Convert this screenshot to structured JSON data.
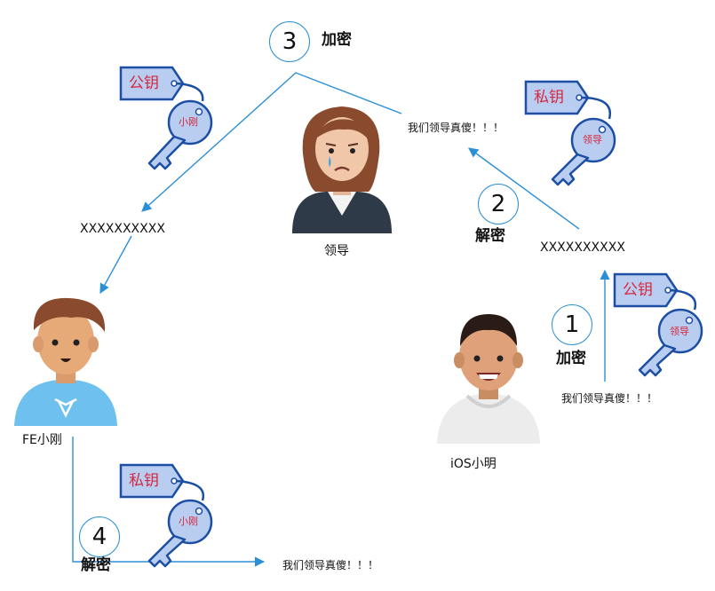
{
  "steps": [
    {
      "number": "1",
      "label": "加密"
    },
    {
      "number": "2",
      "label": "解密"
    },
    {
      "number": "3",
      "label": "加密"
    },
    {
      "number": "4",
      "label": "解密"
    }
  ],
  "people": {
    "leader": "领导",
    "fe": "FE小刚",
    "ios": "iOS小明"
  },
  "messages": {
    "plain_ios": "我们领导真傻！！！",
    "cipher_ios": "XXXXXXXXXX",
    "plain_leader": "我们领导真傻！！！",
    "cipher_fe": "XXXXXXXXXX",
    "plain_final": "我们领导真傻！！！"
  },
  "keys": {
    "k1": {
      "tag": "公钥",
      "owner": "小刚"
    },
    "k2": {
      "tag": "私钥",
      "owner": "领导"
    },
    "k3": {
      "tag": "公钥",
      "owner": "领导"
    },
    "k4": {
      "tag": "私钥",
      "owner": "小刚"
    }
  },
  "colors": {
    "arrow": "#2b8fd6",
    "key_fill": "#b9cdf0",
    "key_stroke": "#1c4fa3",
    "tag_text": "#d7263d"
  }
}
